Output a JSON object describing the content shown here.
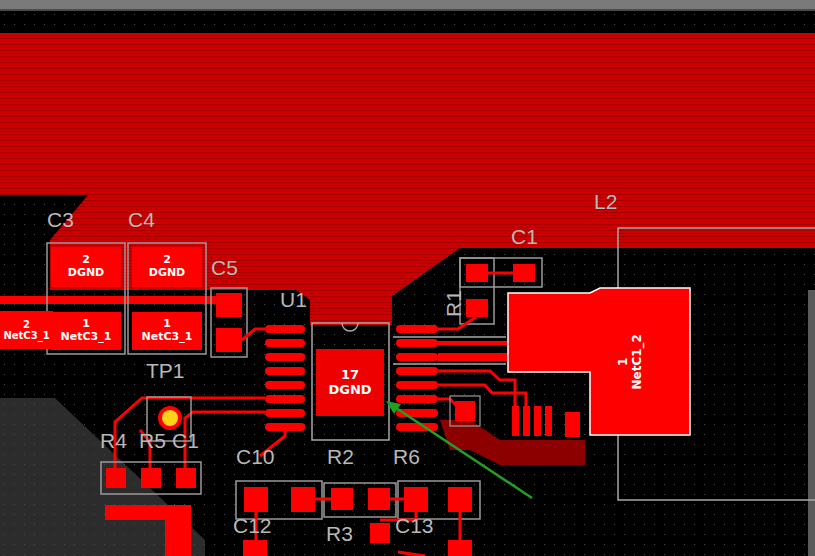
{
  "diagram": {
    "nodes": [
      {
        "text": [
          "2 DGND"
        ]
      },
      {
        "text": [
          "2 DGND"
        ]
      },
      {
        "text": [
          "2 NetC3_1"
        ]
      },
      {
        "text": [
          "1 NetC3_1"
        ]
      },
      {
        "text": [
          "1 NetC3_1"
        ]
      },
      {
        "text": [
          "17 DGND"
        ]
      },
      {
        "text": [
          "1 NetC1_2"
        ]
      }
    ],
    "labels": [
      "C3",
      "C4",
      "C5",
      "U1",
      "L2",
      "C1",
      "R1",
      "TP1",
      "R4",
      "R5",
      "C1",
      "C10",
      "R2",
      "R6",
      "C12",
      "R3",
      "C13"
    ]
  }
}
